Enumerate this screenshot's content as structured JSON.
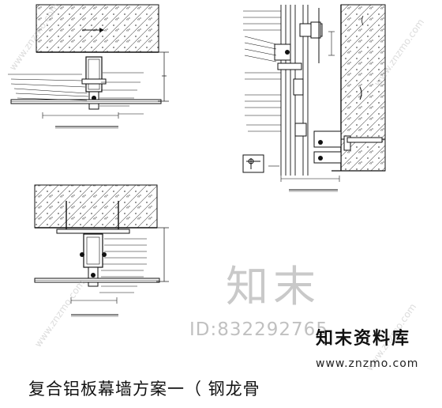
{
  "caption": "复合铝板幕墙方案一（ 钢龙骨",
  "watermark": {
    "logo_text": "知末",
    "id_text": "ID:832292765",
    "library_text": "知末资料库",
    "url_text": "www.znzmo.com",
    "diagonal_text": "www.znzmo.com",
    "color": "#3c3c3c"
  },
  "colors": {
    "ink": "#111111",
    "hatch": "#555555",
    "watermark": "#9a9a9a"
  }
}
